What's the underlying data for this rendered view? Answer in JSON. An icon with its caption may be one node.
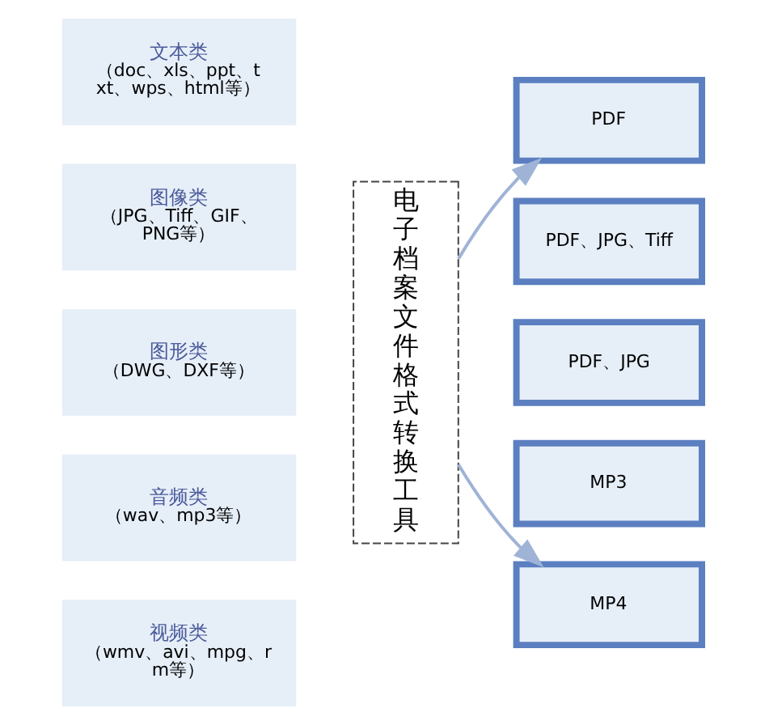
{
  "diagram": {
    "nodes": [
      {
        "text": [
          "文本类",
          "（doc、xls、ppt、txt、wps、html等）"
        ]
      },
      {
        "text": [
          "图像类",
          "（JPG、Tiff、GIF、PNG等）"
        ]
      },
      {
        "text": [
          "图形类",
          "（DWG、DXF等）"
        ]
      },
      {
        "text": [
          "音频类",
          "（wav、mp3等）"
        ]
      },
      {
        "text": [
          "视频类",
          "（wmv、avi、mpg、rm等）"
        ]
      },
      {
        "text": [
          "电子档案文件格式转换工具"
        ]
      },
      {
        "text": [
          "PDF"
        ]
      },
      {
        "text": [
          "PDF、JPG、Tiff"
        ]
      },
      {
        "text": [
          "PDF、JPG"
        ]
      },
      {
        "text": [
          "MP3"
        ]
      },
      {
        "text": [
          "MP4"
        ]
      }
    ],
    "edges": [
      {
        "from": 5,
        "to": 6,
        "arrow": "to"
      },
      {
        "from": 5,
        "to": 10,
        "arrow": "to"
      }
    ]
  }
}
